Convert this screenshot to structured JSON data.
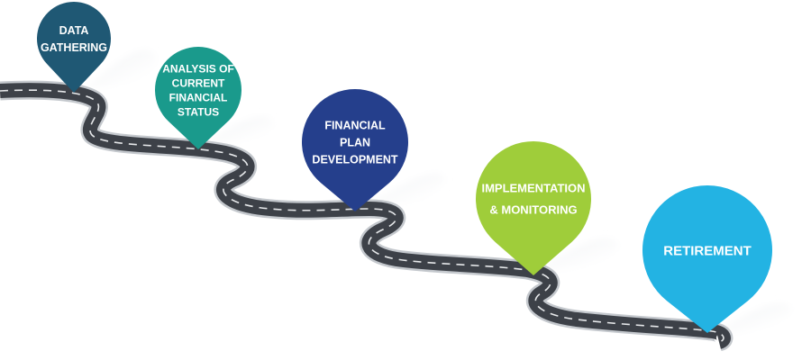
{
  "steps": [
    {
      "id": "data-gathering",
      "lines": [
        "DATA",
        "GATHERING"
      ],
      "color": "#1f5874"
    },
    {
      "id": "analysis",
      "lines": [
        "ANALYSIS OF",
        "CURRENT",
        "FINANCIAL",
        "STATUS"
      ],
      "color": "#1a9a8c"
    },
    {
      "id": "financial-plan",
      "lines": [
        "FINANCIAL",
        "PLAN",
        "DEVELOPMENT"
      ],
      "color": "#253f8c"
    },
    {
      "id": "implementation",
      "lines": [
        "IMPLEMENTATION",
        "& MONITORING"
      ],
      "color": "#9fcd3a"
    },
    {
      "id": "retirement",
      "lines": [
        "RETIREMENT"
      ],
      "color": "#23b3e3"
    }
  ],
  "road": {
    "asphalt_color": "#3d4148",
    "edge_color": "#c4c8cd",
    "dash_color": "#e6e8ea"
  }
}
